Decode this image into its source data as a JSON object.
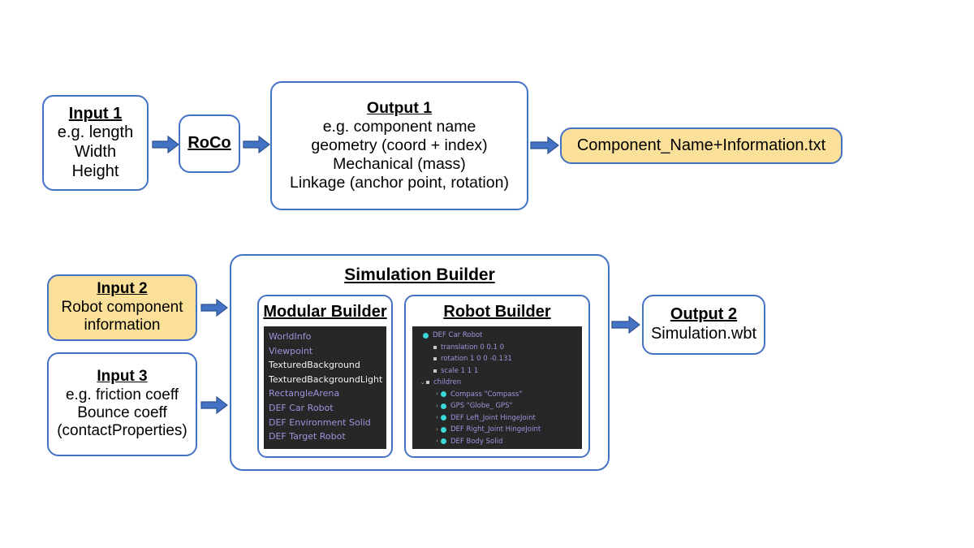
{
  "colors": {
    "border_blue": "#4472c4",
    "arrow_fill": "#4472c4",
    "arrow_stroke": "#2f528f",
    "highlight_yellow": "#fbe09a",
    "panel_dark": "#272727",
    "tree_text_lavender": "#9d95de",
    "tree_text_white": "#f2f2f2",
    "node_cyan": "#3ad8d8"
  },
  "top_flow": {
    "input1": {
      "title": "Input 1",
      "lines": [
        "e.g. length",
        "Width",
        "Height"
      ]
    },
    "roco": {
      "title": "RoCo"
    },
    "output1": {
      "title": "Output 1",
      "lines": [
        "e.g. component name",
        "geometry (coord + index)",
        "Mechanical (mass)",
        "Linkage (anchor point, rotation)"
      ]
    },
    "component_file": {
      "label": "Component_Name+Information.txt"
    }
  },
  "bottom_flow": {
    "input2": {
      "title": "Input 2",
      "lines": [
        "Robot component",
        "information"
      ]
    },
    "input3": {
      "title": "Input 3",
      "lines": [
        "e.g. friction coeff",
        "Bounce coeff",
        "(contactProperties)"
      ]
    },
    "simulation_builder": {
      "title": "Simulation Builder",
      "modular_builder": {
        "title": "Modular Builder",
        "items": [
          {
            "label": "WorldInfo",
            "style": "lavender"
          },
          {
            "label": "Viewpoint",
            "style": "lavender"
          },
          {
            "label": "TexturedBackground",
            "style": "white"
          },
          {
            "label": "TexturedBackgroundLight",
            "style": "white"
          },
          {
            "label": "RectangleArena",
            "style": "lavender"
          },
          {
            "label": "DEF Car Robot",
            "style": "lavender"
          },
          {
            "label": "DEF Environment Solid",
            "style": "lavender"
          },
          {
            "label": "DEF Target Robot",
            "style": "lavender"
          }
        ]
      },
      "robot_builder": {
        "title": "Robot Builder",
        "tree": [
          {
            "label": "DEF Car Robot",
            "marker": "cyan",
            "caret": "",
            "indent": 0
          },
          {
            "label": "translation 0 0.1 0",
            "marker": "grey",
            "caret": "",
            "indent": 1
          },
          {
            "label": "rotation 1 0 0 -0.131",
            "marker": "grey",
            "caret": "",
            "indent": 1
          },
          {
            "label": "scale 1 1 1",
            "marker": "grey",
            "caret": "",
            "indent": 1
          },
          {
            "label": "children",
            "marker": "grey",
            "caret": "⌄",
            "indent": 2
          },
          {
            "label": "Compass \"Compass\"",
            "marker": "cyan",
            "caret": "›",
            "indent": 3
          },
          {
            "label": "GPS \"Globe_ GPS\"",
            "marker": "cyan",
            "caret": "›",
            "indent": 3
          },
          {
            "label": "DEF Left_Joint HingeJoint",
            "marker": "cyan",
            "caret": "›",
            "indent": 3
          },
          {
            "label": "DEF Right_Joint HingeJoint",
            "marker": "cyan",
            "caret": "›",
            "indent": 3
          },
          {
            "label": "DEF Body Solid",
            "marker": "cyan",
            "caret": "›",
            "indent": 3
          }
        ]
      }
    },
    "output2": {
      "title": "Output 2",
      "lines": [
        "Simulation.wbt"
      ]
    }
  },
  "arrows": [
    {
      "name": "arrow-input1-to-roco"
    },
    {
      "name": "arrow-roco-to-output1"
    },
    {
      "name": "arrow-output1-to-component-file"
    },
    {
      "name": "arrow-input2-to-simulation-builder"
    },
    {
      "name": "arrow-input3-to-simulation-builder"
    },
    {
      "name": "arrow-simulation-builder-to-output2"
    }
  ]
}
